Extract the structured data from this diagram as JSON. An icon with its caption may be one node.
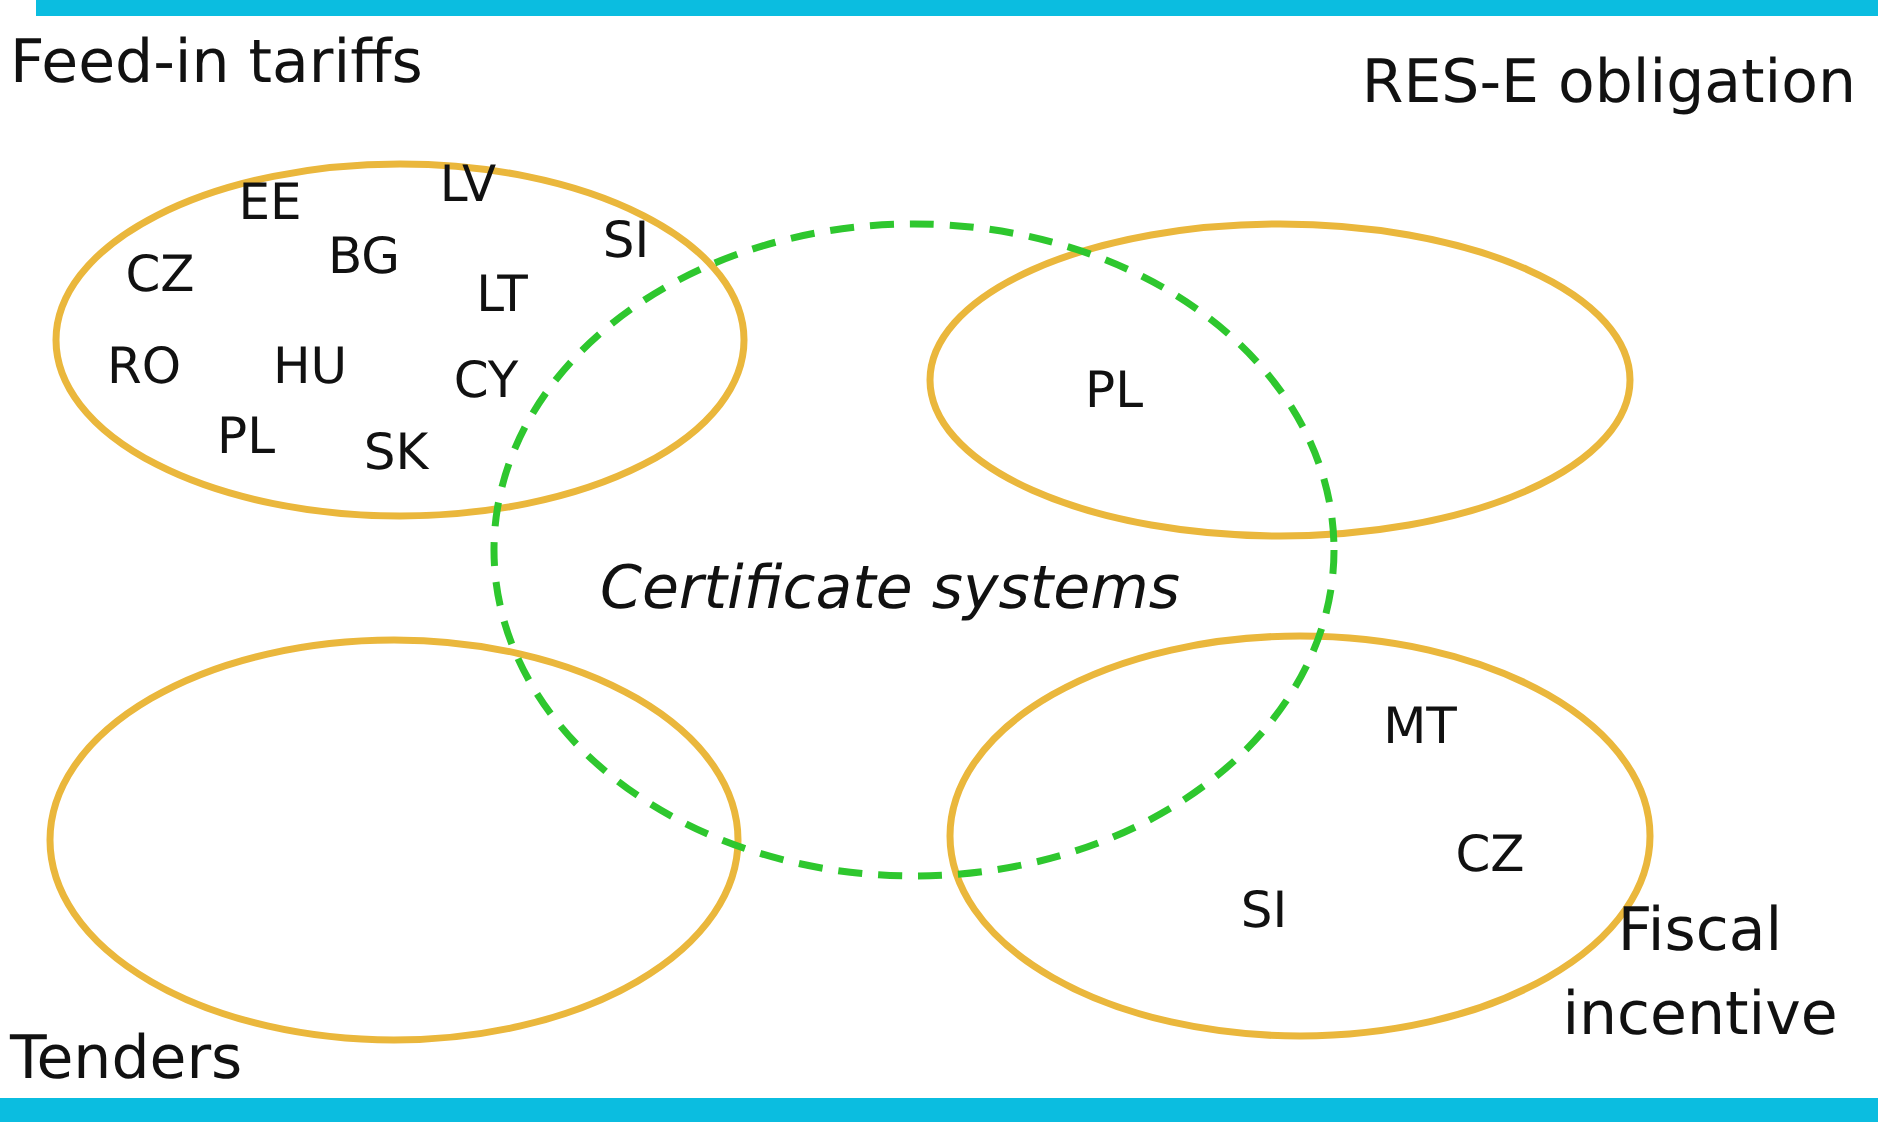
{
  "diagram": {
    "nodes": [
      {
        "text": [
          "Feed-in tariffs",
          "EE",
          "LV",
          "CZ",
          "BG",
          "SI",
          "LT",
          "RO",
          "HU",
          "CY",
          "PL",
          "SK"
        ]
      },
      {
        "text": [
          "RES-E obligation",
          "PL"
        ]
      },
      {
        "text": [
          "Certificate systems"
        ]
      },
      {
        "text": [
          "Tenders"
        ]
      },
      {
        "text": [
          "Fiscal incentive",
          "MT",
          "CZ",
          "SI"
        ]
      }
    ]
  }
}
